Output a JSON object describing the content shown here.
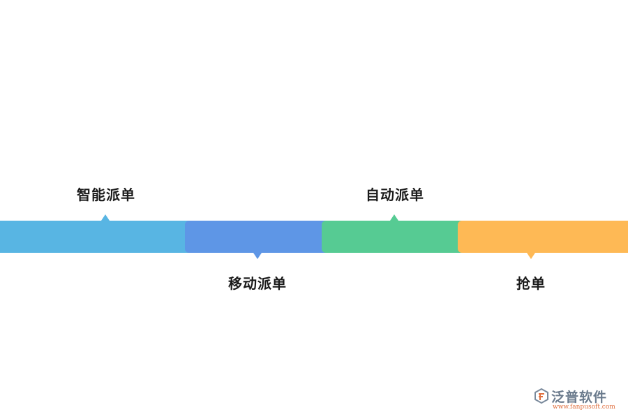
{
  "steps": [
    {
      "label": "智能派单",
      "color": "#58b5e3",
      "position": "above"
    },
    {
      "label": "移动派单",
      "color": "#5e96e6",
      "position": "below"
    },
    {
      "label": "自动派单",
      "color": "#56cb93",
      "position": "above"
    },
    {
      "label": "抢单",
      "color": "#feb955",
      "position": "below"
    }
  ],
  "logo": {
    "brand": "泛普软件",
    "url": "www.fanpusoft.com",
    "icon": "fanpu-logo-icon"
  }
}
